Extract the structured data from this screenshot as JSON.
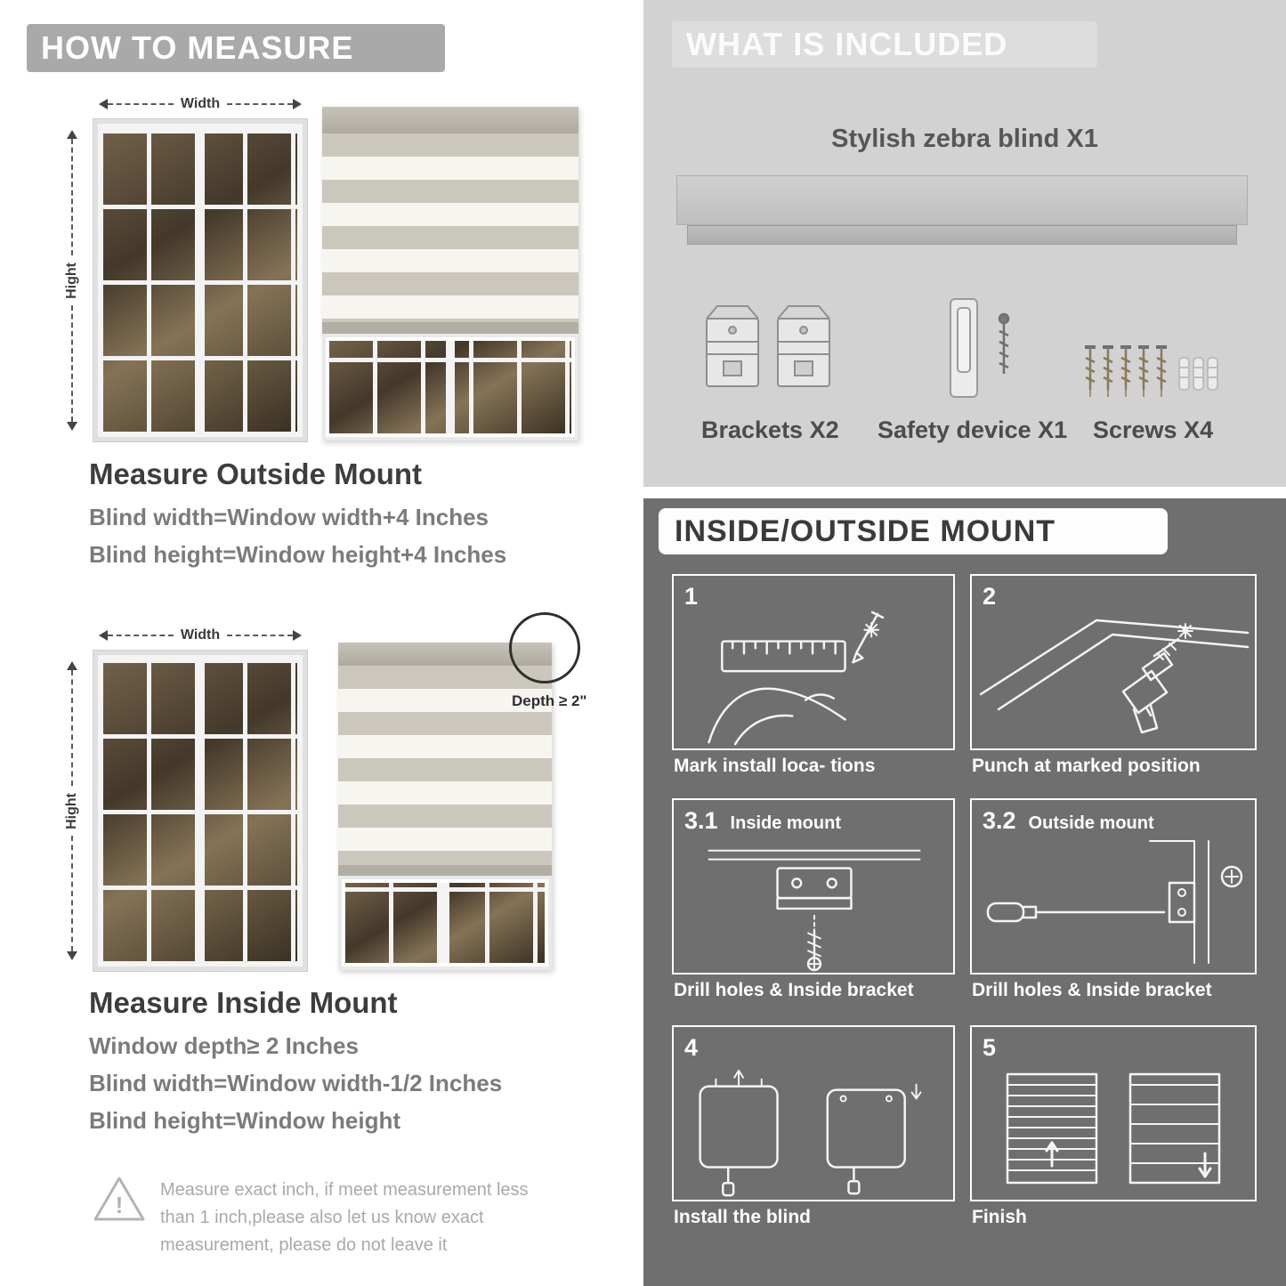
{
  "how_to_measure": {
    "header": "HOW TO MEASURE",
    "width_label": "Width",
    "height_label": "Hight",
    "outside": {
      "title": "Measure Outside Mount",
      "rule1": "Blind width=Window width+4 Inches",
      "rule2": "Blind height=Window height+4 Inches"
    },
    "inside": {
      "depth_callout": "Depth ≥ 2\"",
      "title": "Measure Inside Mount",
      "rule1": "Window depth≥ 2 Inches",
      "rule2": "Blind width=Window width-1/2 Inches",
      "rule3": "Blind height=Window height"
    },
    "note": "Measure exact inch, if meet measurement less than 1 inch,please also let us know exact measurement, please do not leave it"
  },
  "what_is_included": {
    "header": "WHAT IS INCLUDED",
    "product_label": "Stylish zebra blind X1",
    "items": [
      {
        "name": "brackets",
        "label": "Brackets X2"
      },
      {
        "name": "safety-device",
        "label": "Safety device X1"
      },
      {
        "name": "screws",
        "label": "Screws X4"
      }
    ]
  },
  "mount_guide": {
    "header": "INSIDE/OUTSIDE MOUNT",
    "steps": [
      {
        "num": "1",
        "label": "",
        "caption": "Mark install loca- tions"
      },
      {
        "num": "2",
        "label": "",
        "caption": "Punch at  marked position"
      },
      {
        "num": "3.1",
        "label": "Inside mount",
        "caption": "Drill holes &  Inside bracket"
      },
      {
        "num": "3.2",
        "label": "Outside mount",
        "caption": "Drill holes &  Inside bracket"
      },
      {
        "num": "4",
        "label": "",
        "caption": "Install the blind"
      },
      {
        "num": "5",
        "label": "",
        "caption": "Finish"
      }
    ]
  },
  "colors": {
    "left_banner": "#a9a9a9",
    "included_bg": "#d2d2d2",
    "included_banner": "#dddddd",
    "dark_panel_bg": "#6f6f6f",
    "stripe_gray": "#ccc7bc",
    "stripe_white": "#f7f5f0",
    "accent_text": "#3d3d3d"
  }
}
